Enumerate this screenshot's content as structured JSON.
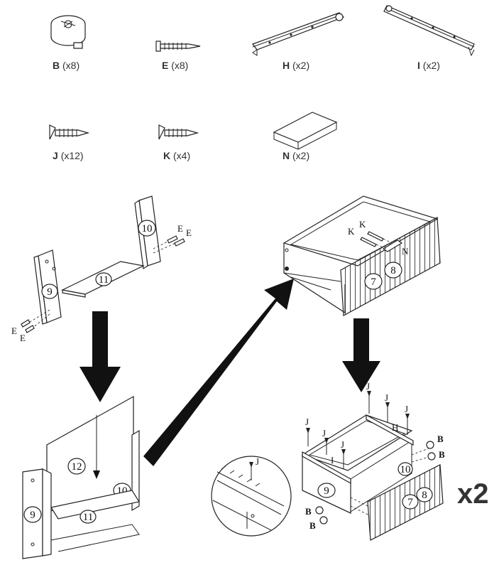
{
  "parts": [
    {
      "letter": "B",
      "qty": "(x8)",
      "icon": "cam-lock-icon"
    },
    {
      "letter": "E",
      "qty": "(x8)",
      "icon": "screw-icon"
    },
    {
      "letter": "H",
      "qty": "(x2)",
      "icon": "drawer-rail-icon"
    },
    {
      "letter": "I",
      "qty": "(x2)",
      "icon": "drawer-rail-icon"
    },
    {
      "letter": "J",
      "qty": "(x12)",
      "icon": "short-screw-icon"
    },
    {
      "letter": "K",
      "qty": "(x4)",
      "icon": "short-screw-icon"
    },
    {
      "letter": "N",
      "qty": "(x2)",
      "icon": "handle-icon"
    }
  ],
  "step1": {
    "panel_a": "9",
    "panel_b": "10",
    "panel_c": "11",
    "screw_label": "E"
  },
  "step2": {
    "panel_a": "9",
    "panel_b": "10",
    "panel_c": "11",
    "panel_d": "12"
  },
  "step3": {
    "front_a": "7",
    "front_b": "8",
    "screw_label": "K",
    "handle_label": "N"
  },
  "step4": {
    "side": "9",
    "back": "10",
    "front_a": "7",
    "front_b": "8",
    "screw_label": "J",
    "cam_label": "B",
    "rail_h": "H",
    "rail_i": "I",
    "multiplier": "x2"
  }
}
